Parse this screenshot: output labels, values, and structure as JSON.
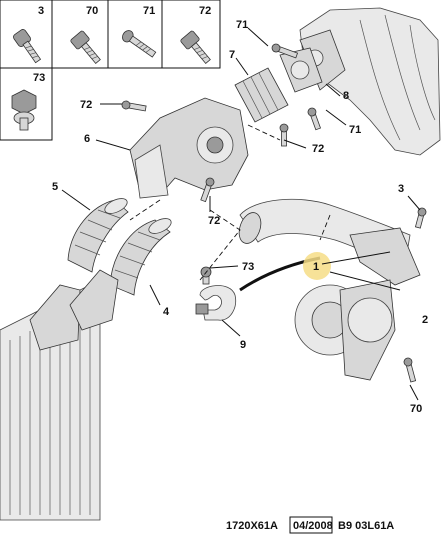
{
  "parts_box": {
    "labels": [
      "3",
      "70",
      "71",
      "72",
      "73"
    ]
  },
  "callouts": {
    "c1": "1",
    "c2": "2",
    "c3": "3",
    "c4": "4",
    "c5": "5",
    "c6": "6",
    "c7": "7",
    "c8": "8",
    "c9": "9",
    "c70": "70",
    "c71a": "71",
    "c71b": "71",
    "c72a": "72",
    "c72b": "72",
    "c72c": "72",
    "c73": "73"
  },
  "footer": {
    "code": "1720X61A",
    "date": "04/2008",
    "ref": "B9 03L61A"
  },
  "colors": {
    "highlight": "#f6dd86",
    "line": "#111111",
    "part_fill": "#d7d7d7"
  }
}
